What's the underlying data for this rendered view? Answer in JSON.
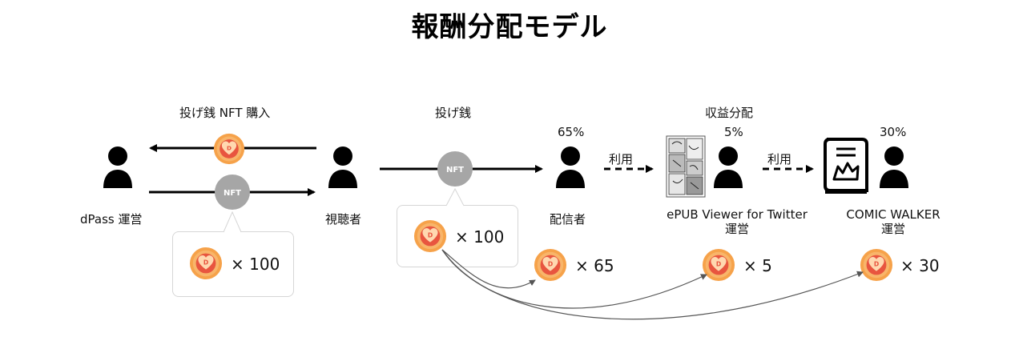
{
  "title": "報酬分配モデル",
  "labels": {
    "purchase_nft": "投げ銭 NFT 購入",
    "tip": "投げ銭",
    "revenue_share": "収益分配",
    "use1": "利用",
    "use2": "利用"
  },
  "actors": {
    "dpass": "dPass 運営",
    "viewer": "視聴者",
    "streamer": "配信者",
    "epub_line1": "ePUB Viewer for Twitter",
    "epub_line2": "運営",
    "comic_line1": "COMIC WALKER",
    "comic_line2": "運営"
  },
  "percentages": {
    "streamer": "65%",
    "epub": "5%",
    "comic": "30%"
  },
  "coins": {
    "coin_letter": "D",
    "nft_label": "NFT",
    "purchase_amount": "× 100",
    "tip_amount": "× 100",
    "streamer_amount": "× 65",
    "epub_amount": "× 5",
    "comic_amount": "× 30"
  },
  "colors": {
    "coin_outer": "#f6a24a",
    "coin_inner": "#e8553f",
    "heart": "#ffd8b0",
    "nft_gray": "#a6a6a6"
  }
}
